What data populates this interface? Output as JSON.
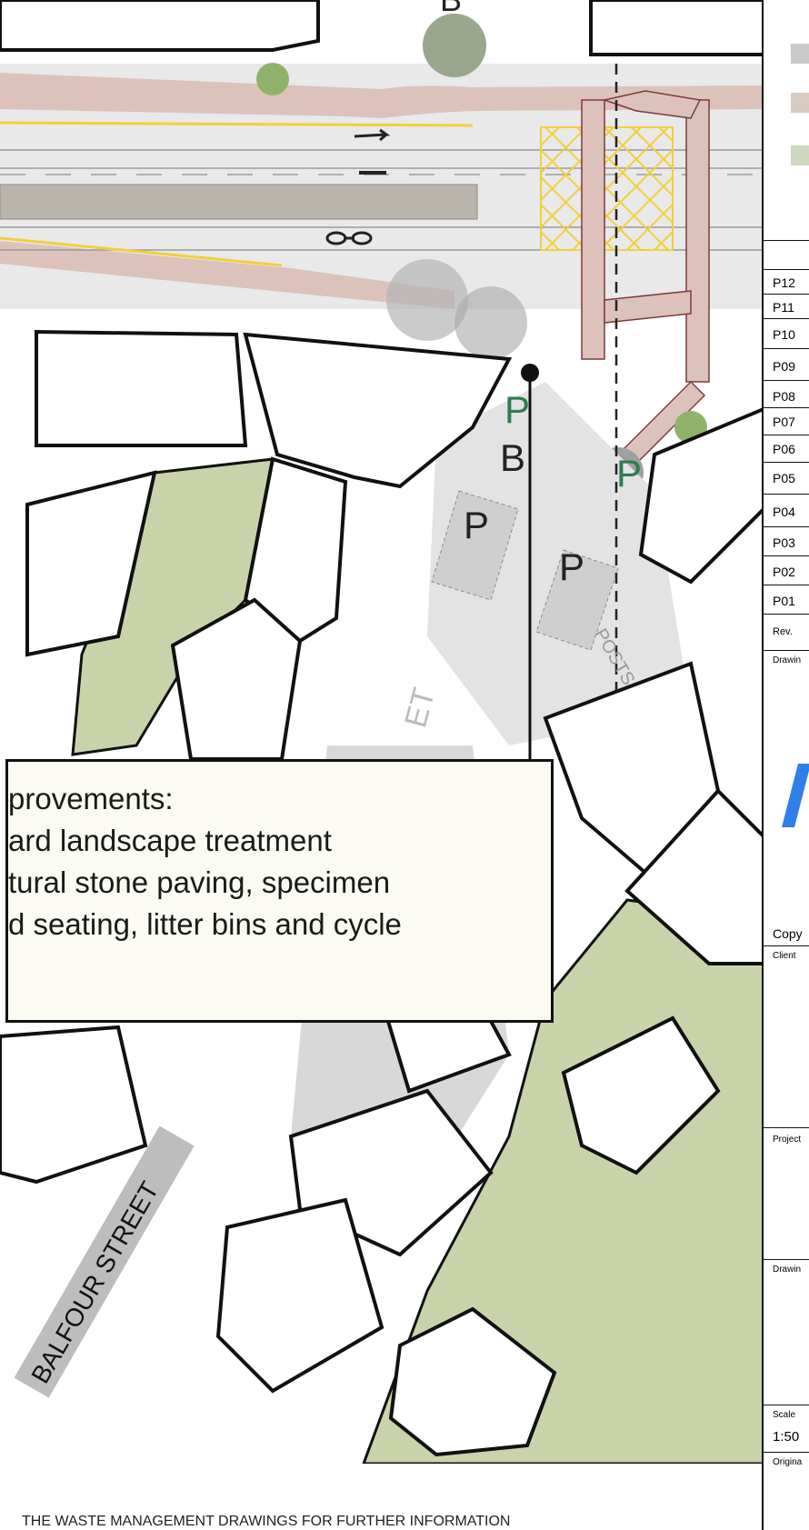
{
  "map": {
    "street_name": "BALFOUR  STREET",
    "bus_stop_letter": "B",
    "bus_stop_letter_top": "B",
    "parking_letter": "P",
    "cycle_letter": "P",
    "partial_road_text": "ET",
    "road_marking_text": "POSTS"
  },
  "callout": {
    "lines": [
      "provements:",
      "ard landscape treatment",
      "tural stone paving, specimen",
      "d seating, litter bins and cycle"
    ]
  },
  "revision_panel": {
    "revisions": [
      "P12",
      "P11",
      "P10",
      "P09",
      "P08",
      "P07",
      "P06",
      "P05",
      "P04",
      "P03",
      "P02",
      "P01"
    ],
    "rev_header": "Rev.",
    "drawing_label": "Drawin",
    "copyright_label": "Copy",
    "client_label": "Client",
    "project_label": "Project",
    "drawing_label_2": "Drawin",
    "scale_label": "Scale",
    "scale_value": "1:50",
    "original_label": "Origina"
  },
  "footnote": "THE WASTE MANAGEMENT DRAWINGS FOR FURTHER INFORMATION",
  "colors": {
    "green_area": "#c9d3a9",
    "footway": "#dcc2bb",
    "road": "#e6e6e6",
    "paving": "#d9d9d9",
    "yellow_lines": "#f2cf3a",
    "logo_blue": "#2f7fe9",
    "bus_green": "#2e7d4f"
  }
}
